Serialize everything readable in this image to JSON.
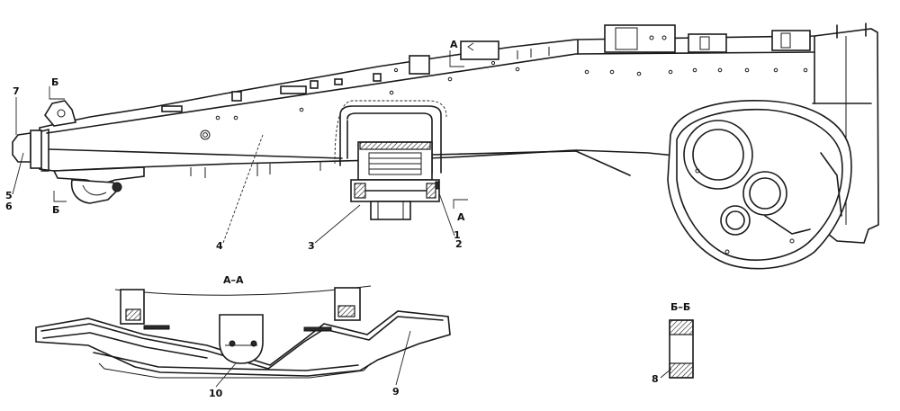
{
  "callouts": {
    "c1": "1",
    "c2": "2",
    "c3": "3",
    "c4": "4",
    "c5": "5",
    "c6": "6",
    "c7": "7",
    "c8": "8",
    "c9": "9",
    "c10": "10"
  },
  "section_marks": {
    "a_top": "А",
    "a_bottom": "А",
    "b_top": "Б",
    "b_bottom": "Б"
  },
  "section_titles": {
    "section_a": "А–А",
    "section_b": "Б–Б"
  }
}
